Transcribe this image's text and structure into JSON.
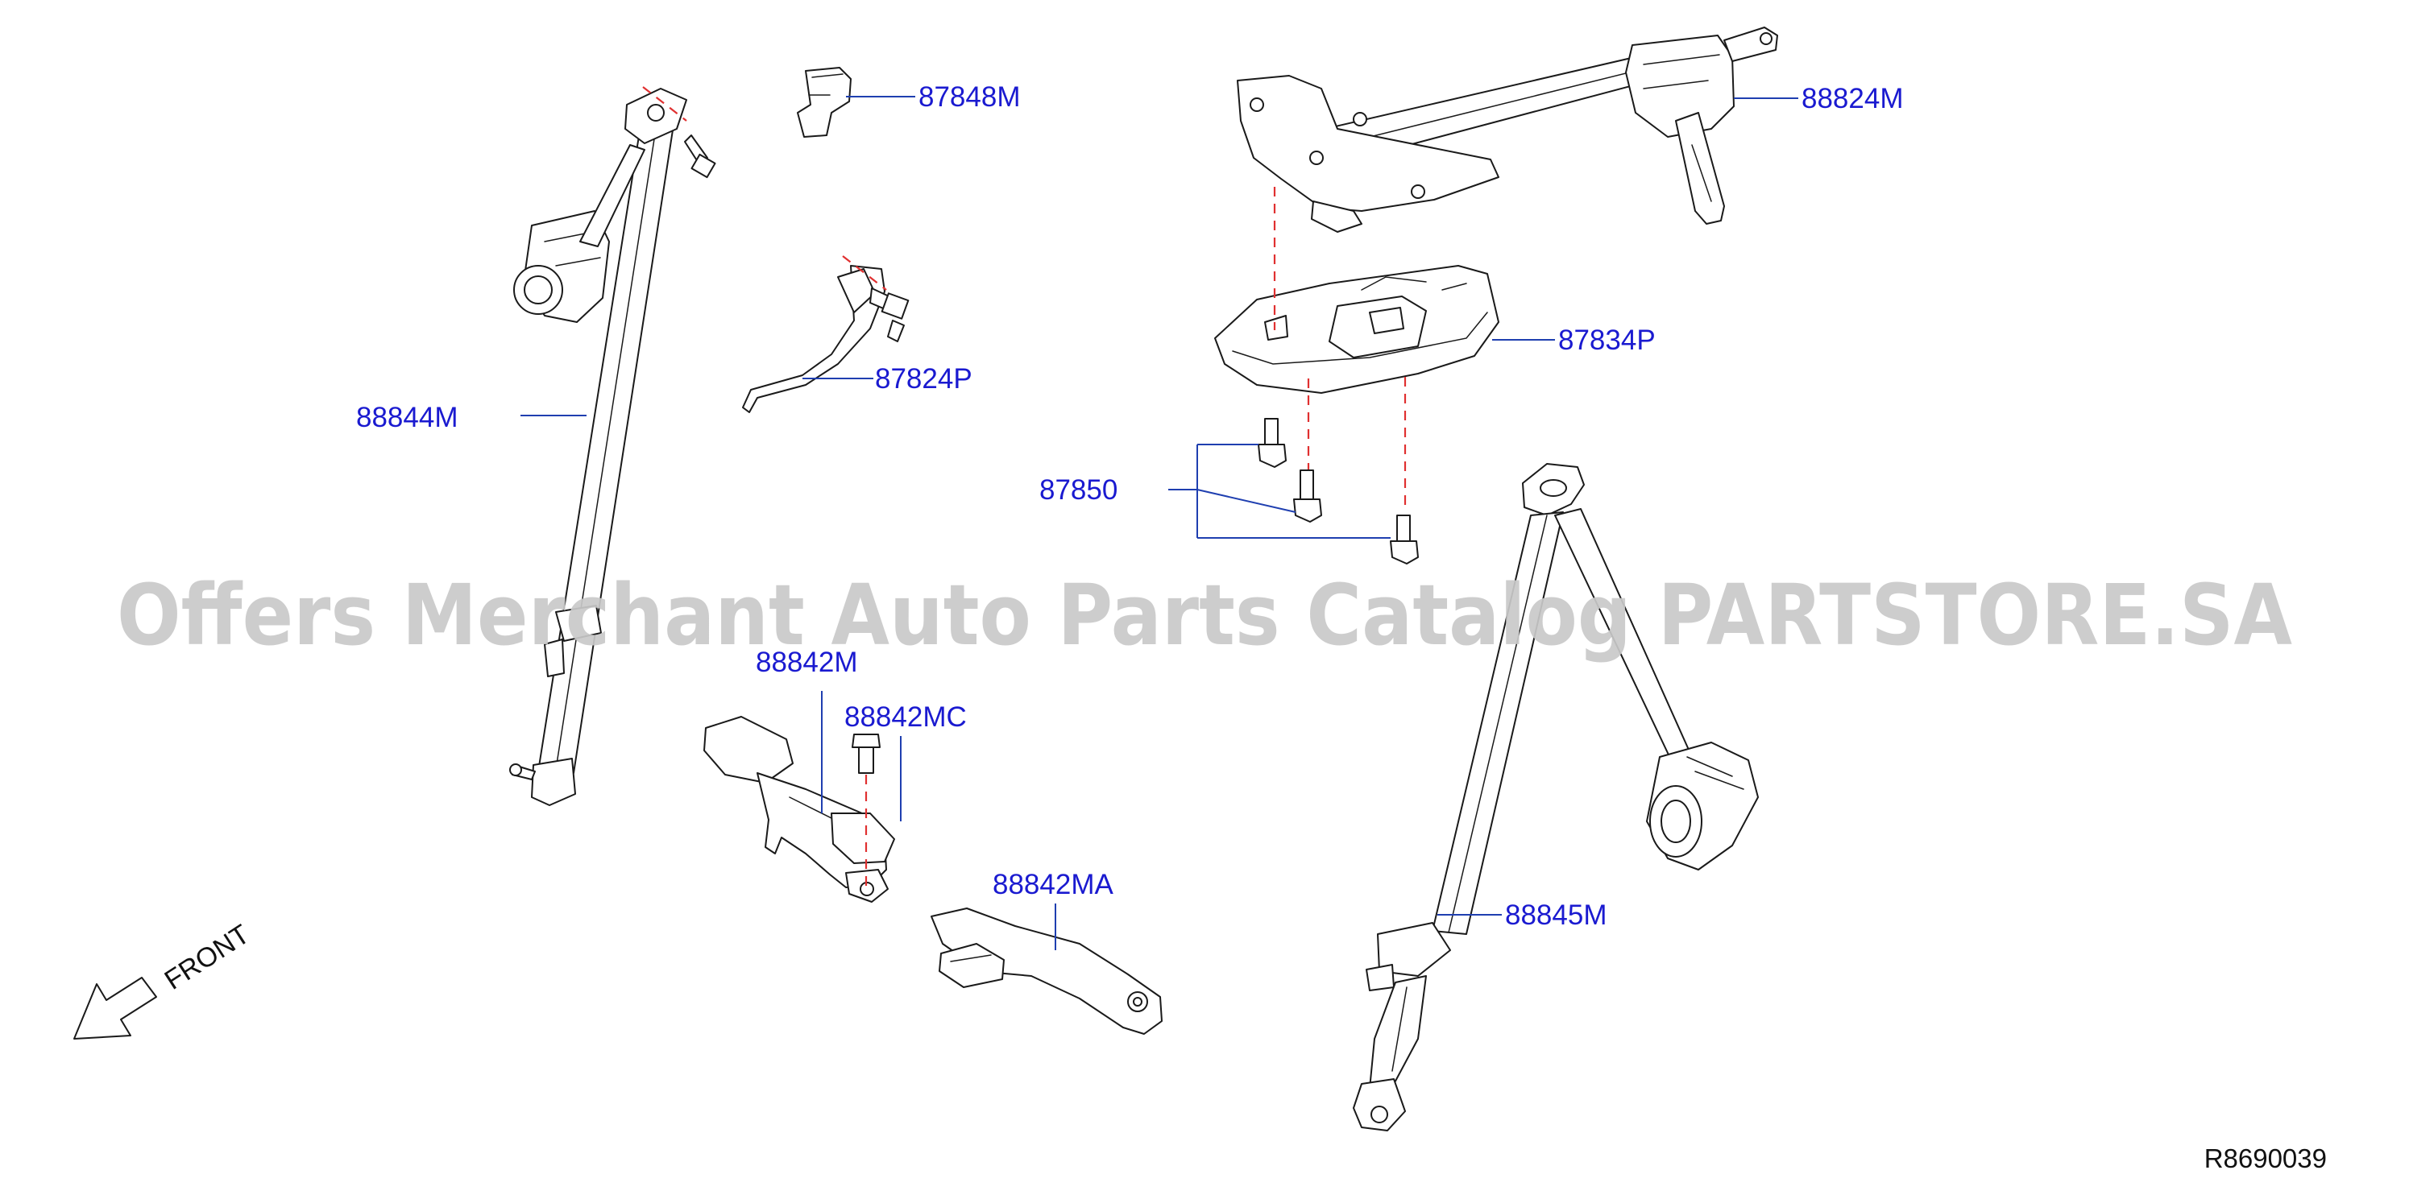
{
  "diagram": {
    "watermark": "Offers Merchant Auto Parts Catalog PARTSTORE.SA",
    "reference_code": "R8690039",
    "front_label": "FRONT",
    "part_labels": {
      "p87848M": "87848M",
      "p88824M": "88824M",
      "p87824P": "87824P",
      "p87834P": "87834P",
      "p88844M": "88844M",
      "p87850": "87850",
      "p88842M": "88842M",
      "p88842MC": "88842MC",
      "p88842MA": "88842MA",
      "p88845M": "88845M"
    },
    "colors": {
      "label": "#1a1ad0",
      "leader": "#1f3fb0",
      "centerline": "#e03030",
      "watermark": "#c9c9c9"
    }
  }
}
